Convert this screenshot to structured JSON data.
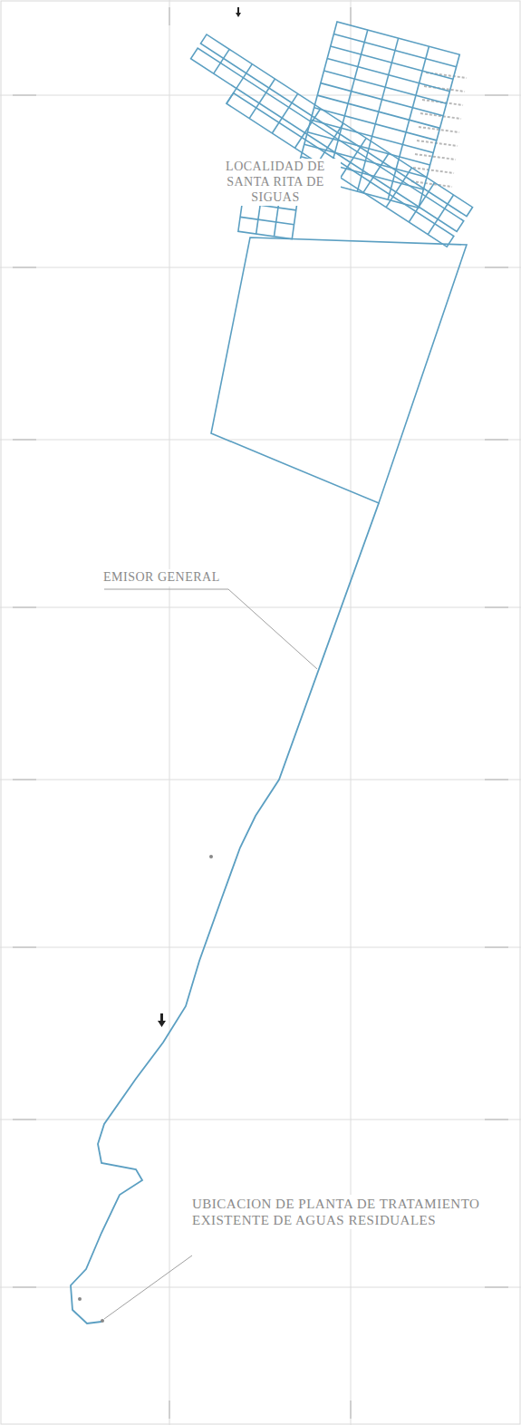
{
  "diagram": {
    "labels": [
      "LOCALIDAD DE SANTA RITA DE SIGUAS",
      "EMISOR GENERAL",
      "UBICACION DE PLANTA DE TRATAMIENTO EXISTENTE DE AGUAS RESIDUALES"
    ]
  }
}
